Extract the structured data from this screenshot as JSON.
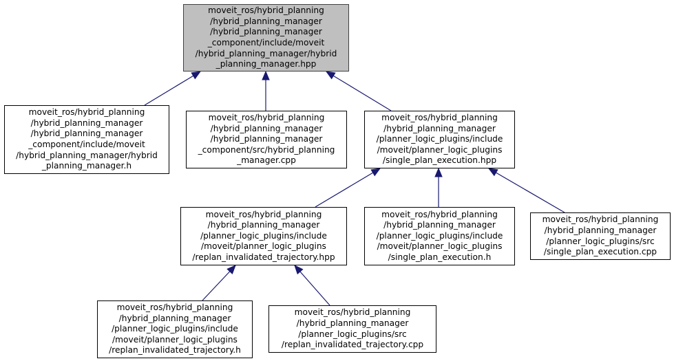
{
  "diagram": {
    "type": "include-dependency-graph",
    "colors": {
      "edge": "#191970",
      "root_fill": "#bfbfbf",
      "node_border": "#000000"
    },
    "nodes": [
      {
        "id": "n0",
        "root": true,
        "label": "moveit_ros/hybrid_planning\n/hybrid_planning_manager\n/hybrid_planning_manager\n_component/include/moveit\n/hybrid_planning_manager/hybrid\n_planning_manager.hpp"
      },
      {
        "id": "n1",
        "label": "moveit_ros/hybrid_planning\n/hybrid_planning_manager\n/hybrid_planning_manager\n_component/include/moveit\n/hybrid_planning_manager/hybrid\n_planning_manager.h"
      },
      {
        "id": "n2",
        "label": "moveit_ros/hybrid_planning\n/hybrid_planning_manager\n/hybrid_planning_manager\n_component/src/hybrid_planning\n_manager.cpp"
      },
      {
        "id": "n3",
        "label": "moveit_ros/hybrid_planning\n/hybrid_planning_manager\n/planner_logic_plugins/include\n/moveit/planner_logic_plugins\n/single_plan_execution.hpp"
      },
      {
        "id": "n4",
        "label": "moveit_ros/hybrid_planning\n/hybrid_planning_manager\n/planner_logic_plugins/include\n/moveit/planner_logic_plugins\n/replan_invalidated_trajectory.hpp"
      },
      {
        "id": "n5",
        "label": "moveit_ros/hybrid_planning\n/hybrid_planning_manager\n/planner_logic_plugins/include\n/moveit/planner_logic_plugins\n/single_plan_execution.h"
      },
      {
        "id": "n6",
        "label": "moveit_ros/hybrid_planning\n/hybrid_planning_manager\n/planner_logic_plugins/src\n/single_plan_execution.cpp"
      },
      {
        "id": "n7",
        "label": "moveit_ros/hybrid_planning\n/hybrid_planning_manager\n/planner_logic_plugins/include\n/moveit/planner_logic_plugins\n/replan_invalidated_trajectory.h"
      },
      {
        "id": "n8",
        "label": "moveit_ros/hybrid_planning\n/hybrid_planning_manager\n/planner_logic_plugins/src\n/replan_invalidated_trajectory.cpp"
      }
    ],
    "edges": [
      {
        "from": "n1",
        "to": "n0"
      },
      {
        "from": "n2",
        "to": "n0"
      },
      {
        "from": "n3",
        "to": "n0"
      },
      {
        "from": "n4",
        "to": "n3"
      },
      {
        "from": "n5",
        "to": "n3"
      },
      {
        "from": "n6",
        "to": "n3"
      },
      {
        "from": "n7",
        "to": "n4"
      },
      {
        "from": "n8",
        "to": "n4"
      }
    ]
  }
}
